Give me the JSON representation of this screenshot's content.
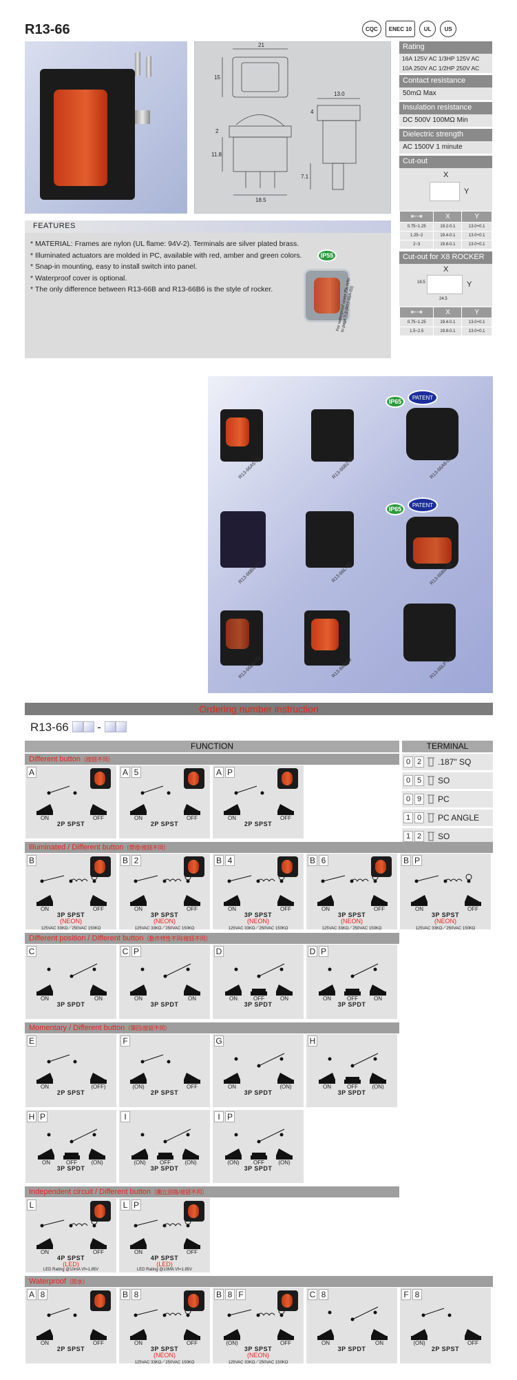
{
  "title": "R13-66",
  "certs": [
    "CQC",
    "ENEC 10",
    "UL",
    "US"
  ],
  "drawing": {
    "dims": [
      "21",
      "15",
      "13.0",
      "4",
      "2",
      "11.8",
      "7.1",
      "18.5"
    ]
  },
  "spec": {
    "rating_label": "Rating",
    "rating_lines": [
      "16A 125V AC  1/3HP 125V AC",
      "10A 250V AC  1/2HP 250V AC"
    ],
    "contact_label": "Contact resistance",
    "contact_value": "50mΩ Max",
    "insulation_label": "Insulation resistance",
    "insulation_value": "DC 500V 100MΩ Min",
    "dielectric_label": "Dielectric strength",
    "dielectric_value": "AC 1500V 1 minute",
    "cutout_label": "Cut-out",
    "x": "X",
    "y": "Y",
    "cutout_rows": [
      [
        "0.75~1.25",
        "19.2-0.1",
        "13.0+0.1"
      ],
      [
        "1.25~2",
        "19.4-0.1",
        "13.0+0.1"
      ],
      [
        "2~3",
        "19.8-0.1",
        "13.0+0.1"
      ]
    ],
    "cutout_x8_label": "Cut-out for X8 ROCKER",
    "x8_dims": [
      "18.5",
      "24.5"
    ],
    "cutout_x8_rows": [
      [
        "0.75~1.25",
        "19.4-0.1",
        "13.0+0.1"
      ],
      [
        "1.5~2.5",
        "19.8-0.1",
        "13.0+0.1"
      ]
    ]
  },
  "features": {
    "heading": "FEATURES",
    "items": [
      "* MATERIAL: Frames are nylon (UL flame: 94V-2). Terminals are silver plated brass.",
      "* Illuminated actuators are molded in PC, available with red, amber and green colors.",
      "* Snap-in mounting, easy to install switch into panel.",
      "* Waterproof cover is optional.",
      "* The only difference between R13-66B and R13-66B6 is the style of rocker."
    ],
    "ip_badge": "IP55",
    "cover_caption": "For waterproof cover Pls refer to page 7-3 (R13-66A-03)"
  },
  "gallery": {
    "captions": [
      "R13-66A5-02",
      "R13-66B2-02",
      "R13-66A8-02",
      "R13-66B4-02",
      "R13-66L-02",
      "R13-66B8-02",
      "R13-66B6-02",
      "R13-66B-02",
      "R13-66LP-02"
    ],
    "ip65": "IP65",
    "patent": "PATENT"
  },
  "ordering": {
    "bar": "Ordering number instruction",
    "prefix": "R13-66",
    "dash": "-",
    "function": "FUNCTION",
    "terminal": "TERMINAL"
  },
  "terminals": [
    {
      "code": [
        "0",
        "2"
      ],
      "label": ".187\" SQ"
    },
    {
      "code": [
        "0",
        "5"
      ],
      "label": "SO"
    },
    {
      "code": [
        "0",
        "9"
      ],
      "label": "PC"
    },
    {
      "code": [
        "1",
        "0"
      ],
      "label": "PC ANGLE"
    },
    {
      "code": [
        "1",
        "2"
      ],
      "label": "SO"
    }
  ],
  "sections": [
    {
      "title": "Different button",
      "cn": "（按鈕不同）"
    },
    {
      "title": "Illuminated / Different button",
      "cn": "（帶燈/按鈕不同）"
    },
    {
      "title": "Different position  / Different button",
      "cn": "（動作特性不同/按鈕不同）"
    },
    {
      "title": "Momentary / Different button",
      "cn": "（彈回/按鈕不同）"
    },
    {
      "title": "Independent circuit / Different button",
      "cn": "（獨立迴路/按鈕不同）"
    },
    {
      "title": "Waterproof",
      "cn": "（防水）"
    }
  ],
  "cells": {
    "A": {
      "code": [
        "A"
      ],
      "type": "2P SPST",
      "pos": [
        "ON",
        "OFF"
      ]
    },
    "A5": {
      "code": [
        "A",
        "5"
      ],
      "type": "2P SPST",
      "pos": [
        "ON",
        "OFF"
      ]
    },
    "AP": {
      "code": [
        "A",
        "P"
      ],
      "type": "2P SPST",
      "pos": [
        "ON",
        "OFF"
      ]
    },
    "B": {
      "code": [
        "B"
      ],
      "type": "3P SPST",
      "sub": "(NEON)",
      "note": "125VAC 33KΩ／250VAC 150KΩ",
      "pos": [
        "ON",
        "OFF"
      ]
    },
    "B2": {
      "code": [
        "B",
        "2"
      ],
      "type": "3P SPST",
      "sub": "(NEON)",
      "note": "125VAC 33KΩ／250VAC 150KΩ",
      "pos": [
        "ON",
        "OFF"
      ]
    },
    "B4": {
      "code": [
        "B",
        "4"
      ],
      "type": "3P SPST",
      "sub": "(NEON)",
      "note": "125VAC 33KΩ／250VAC 150KΩ",
      "pos": [
        "ON",
        "OFF"
      ]
    },
    "B6": {
      "code": [
        "B",
        "6"
      ],
      "type": "3P SPST",
      "sub": "(NEON)",
      "note": "125VAC 33KΩ／250VAC 150KΩ",
      "pos": [
        "ON",
        "OFF"
      ]
    },
    "BP": {
      "code": [
        "B",
        "P"
      ],
      "type": "3P SPST",
      "sub": "(NEON)",
      "note": "125VAC 33KΩ／250VAC 150KΩ",
      "pos": [
        "ON",
        "OFF"
      ]
    },
    "C": {
      "code": [
        "C"
      ],
      "type": "3P SPDT",
      "pos": [
        "ON",
        "ON"
      ]
    },
    "CP": {
      "code": [
        "C",
        "P"
      ],
      "type": "3P SPDT",
      "pos": [
        "ON",
        "ON"
      ]
    },
    "D": {
      "code": [
        "D"
      ],
      "type": "3P SPDT",
      "pos": [
        "ON",
        "OFF",
        "ON"
      ]
    },
    "DP": {
      "code": [
        "D",
        "P"
      ],
      "type": "3P SPDT",
      "pos": [
        "ON",
        "OFF",
        "ON"
      ]
    },
    "E": {
      "code": [
        "E"
      ],
      "type": "2P SPST",
      "pos": [
        "ON",
        "(OFF)"
      ]
    },
    "F": {
      "code": [
        "F"
      ],
      "type": "2P SPST",
      "pos": [
        "(ON)",
        "OFF"
      ]
    },
    "G": {
      "code": [
        "G"
      ],
      "type": "3P SPDT",
      "pos": [
        "ON",
        "(ON)"
      ]
    },
    "H": {
      "code": [
        "H"
      ],
      "type": "3P SPDT",
      "pos": [
        "ON",
        "OFF",
        "(ON)"
      ]
    },
    "HP": {
      "code": [
        "H",
        "P"
      ],
      "type": "3P SPDT",
      "pos": [
        "ON",
        "OFF",
        "(ON)"
      ]
    },
    "I": {
      "code": [
        "I"
      ],
      "type": "3P SPDT",
      "pos": [
        "(ON)",
        "OFF",
        "(ON)"
      ]
    },
    "IP": {
      "code": [
        "I",
        "P"
      ],
      "type": "3P SPDT",
      "pos": [
        "(ON)",
        "OFF",
        "(ON)"
      ]
    },
    "L": {
      "code": [
        "L"
      ],
      "type": "4P SPST",
      "sub": "(LED)",
      "note": "LED Rating @10mA Vf=1.85V",
      "pos": [
        "ON",
        "OFF"
      ]
    },
    "LP": {
      "code": [
        "L",
        "P"
      ],
      "type": "4P SPST",
      "sub": "(LED)",
      "note": "LED Rating @10MA Vf=1.85V",
      "pos": [
        "ON",
        "OFF"
      ]
    },
    "A8": {
      "code": [
        "A",
        "8"
      ],
      "type": "2P SPST",
      "pos": [
        "ON",
        "OFF"
      ]
    },
    "B8": {
      "code": [
        "B",
        "8"
      ],
      "type": "3P SPST",
      "sub": "(NEON)",
      "note": "125VAC 33KΩ／250VAC 150KΩ",
      "pos": [
        "ON",
        "OFF"
      ]
    },
    "B8F": {
      "code": [
        "B",
        "8",
        "F"
      ],
      "type": "3P SPST",
      "sub": "(NEON)",
      "note": "125VAC 33KΩ／250VAC 150KΩ",
      "pos": [
        "(ON)",
        "OFF"
      ]
    },
    "C8": {
      "code": [
        "C",
        "8"
      ],
      "type": "3P SPDT",
      "pos": [
        "ON",
        "ON"
      ]
    },
    "F8": {
      "code": [
        "F",
        "8"
      ],
      "type": "2P SPST",
      "pos": [
        "(ON)",
        "OFF"
      ]
    }
  }
}
